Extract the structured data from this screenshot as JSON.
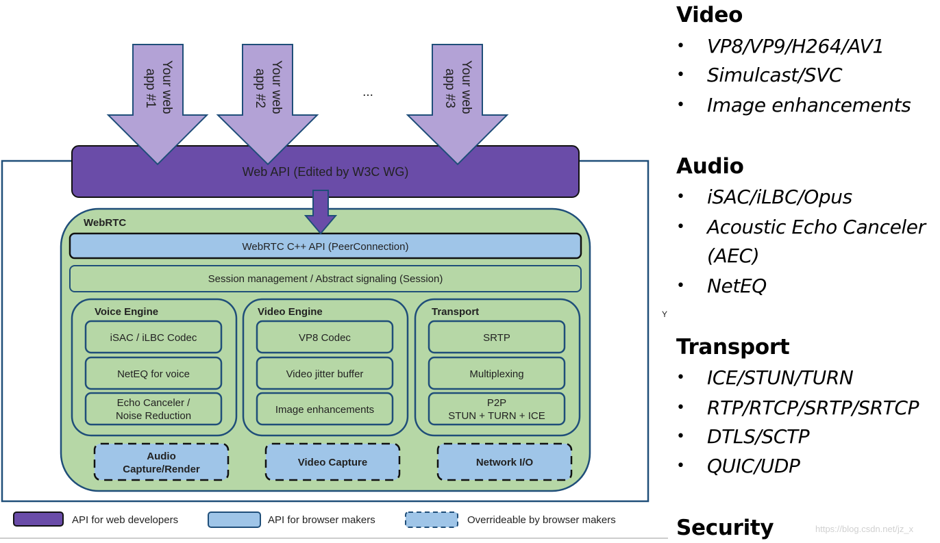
{
  "diagram": {
    "apps": [
      {
        "line1": "Your web",
        "line2": "app #1"
      },
      {
        "line1": "Your web",
        "line2": "app #2"
      },
      {
        "line1": "Your web",
        "line2": "app #3"
      }
    ],
    "ellipsis": "...",
    "web_api": "Web API (Edited by W3C WG)",
    "webrtc_label": "WebRTC",
    "cpp_api": "WebRTC C++ API (PeerConnection)",
    "session": "Session management / Abstract signaling (Session)",
    "engines": [
      {
        "title": "Voice Engine",
        "items": [
          {
            "line1": "iSAC / iLBC Codec",
            "line2": ""
          },
          {
            "line1": "NetEQ for voice",
            "line2": ""
          },
          {
            "line1": "Echo Canceler /",
            "line2": "Noise Reduction"
          }
        ],
        "capture": {
          "line1": "Audio",
          "line2": "Capture/Render"
        }
      },
      {
        "title": "Video Engine",
        "items": [
          {
            "line1": "VP8 Codec",
            "line2": ""
          },
          {
            "line1": "Video jitter buffer",
            "line2": ""
          },
          {
            "line1": "Image enhancements",
            "line2": ""
          }
        ],
        "capture": {
          "line1": "Video Capture",
          "line2": ""
        }
      },
      {
        "title": "Transport",
        "items": [
          {
            "line1": "SRTP",
            "line2": ""
          },
          {
            "line1": "Multiplexing",
            "line2": ""
          },
          {
            "line1": "P2P",
            "line2": "STUN + TURN + ICE"
          }
        ],
        "capture": {
          "line1": "Network I/O",
          "line2": ""
        }
      }
    ],
    "legend": [
      {
        "label": "API for web developers",
        "kind": "web-dev"
      },
      {
        "label": "API for browser makers",
        "kind": "browser"
      },
      {
        "label": "Overrideable by browser makers",
        "kind": "override"
      }
    ],
    "colors": {
      "purple": "#6a4ca8",
      "arrow_fill": "#b3a2d6",
      "green": "#b6d7a6",
      "blue": "#9fc5e8",
      "outline": "#1f4e79"
    }
  },
  "side": {
    "sections": [
      {
        "title": "Video",
        "items": [
          "VP8/VP9/H264/AV1",
          "Simulcast/SVC",
          "Image enhancements"
        ]
      },
      {
        "title": "Audio",
        "items": [
          "iSAC/iLBC/Opus",
          "Acoustic Echo Canceler (AEC)",
          "NetEQ"
        ]
      },
      {
        "title": "Transport",
        "items": [
          "ICE/STUN/TURN",
          "RTP/RTCP/SRTP/SRTCP",
          "DTLS/SCTP",
          "QUIC/UDP"
        ]
      },
      {
        "title": "Security",
        "items": []
      }
    ],
    "audio_wrap": {
      "line1": "Acoustic Echo Canceler",
      "line2": "(AEC)"
    }
  },
  "watermark": "https://blog.csdn.net/jz_x"
}
